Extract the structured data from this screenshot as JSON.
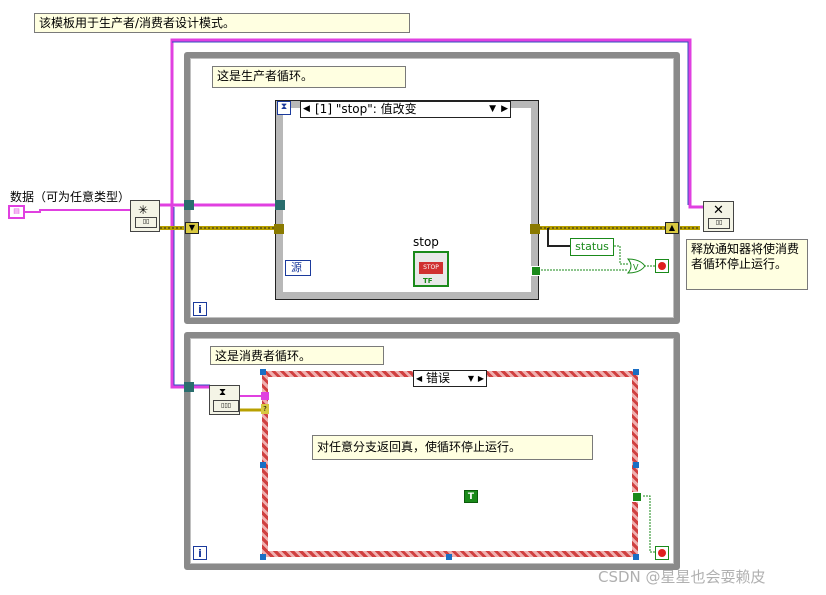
{
  "notes": {
    "template": "该模板用于生产者/消费者设计模式。",
    "producer": "这是生产者循环。",
    "consumer": "这是消费者循环。",
    "release": "释放通知器将使消费者循环停止运行。",
    "true_any": "对任意分支返回真，使循环停止运行。"
  },
  "controls": {
    "data_label": "数据（可为任意类型）",
    "stop_label": "stop",
    "stop_button": "STOP",
    "stop_tf": "TF",
    "status": "status",
    "source": "源",
    "true_const": "T",
    "iter_icon": "i"
  },
  "event_selector": "[1] \"stop\": 值改变",
  "case_selector": "错误",
  "watermark": "CSDN @星星也会耍赖皮",
  "colors": {
    "wire_pink": "#e040e0",
    "wire_yellow": "#b8a000",
    "wire_green": "#1a8a1a",
    "loop_gray": "#8a8a8a"
  },
  "icons": [
    "create-notifier-icon",
    "release-notifier-icon",
    "wait-notification-icon",
    "stop-circle-icon",
    "or-gate-icon",
    "hourglass-icon"
  ]
}
